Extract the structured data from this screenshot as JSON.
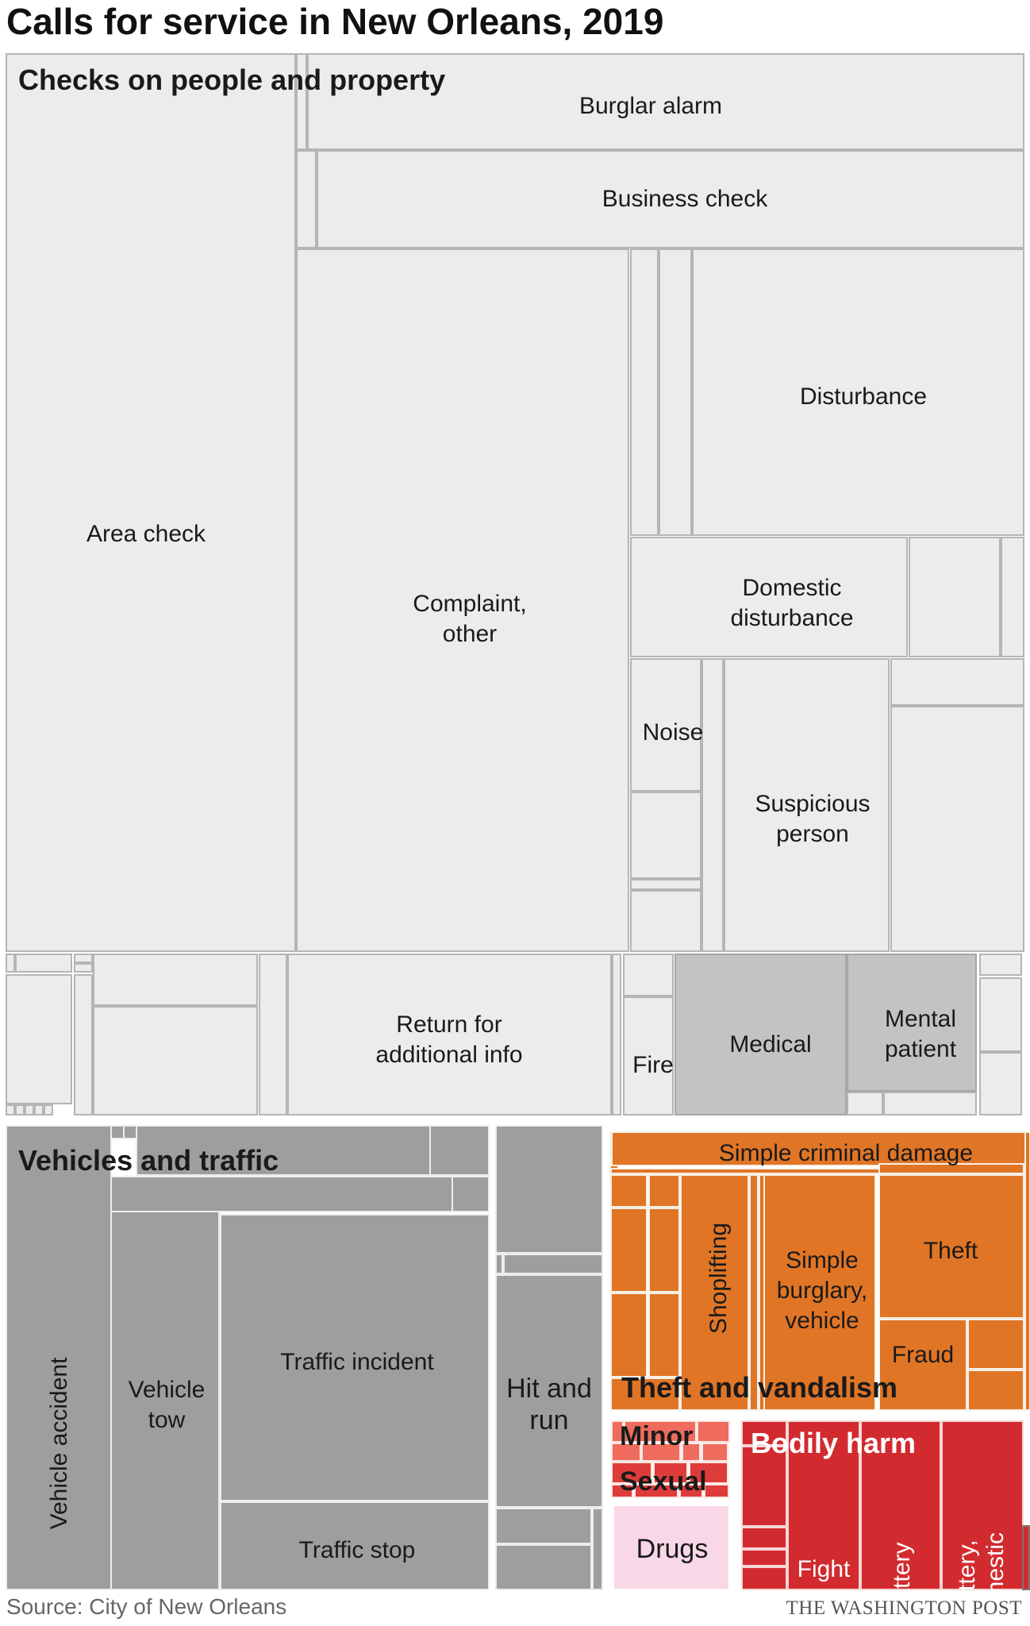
{
  "title": "Calls for service in New Orleans, 2019",
  "source": "Source: City of New Orleans",
  "credit": "THE WASHINGTON POST",
  "colors": {
    "checks": "#ececee",
    "checks_dark": "#c3c3c6",
    "vehicles": "#9d9e9e",
    "theft": "#e07526",
    "harm": "#d22b2f",
    "minor": "#ef6b5e",
    "sexual": "#de3c3a",
    "drugs": "#f8d7e6"
  },
  "chart_data": {
    "type": "treemap",
    "title": "Calls for service in New Orleans, 2019",
    "groups": [
      {
        "name": "Checks on people and property",
        "color": "checks",
        "items": [
          {
            "label": "Area check",
            "area_share": 0.14
          },
          {
            "label": "Burglar alarm",
            "area_share": 0.03
          },
          {
            "label": "Business check",
            "area_share": 0.03
          },
          {
            "label": "Complaint, other",
            "area_share": 0.1
          },
          {
            "label": "Disturbance",
            "area_share": 0.04
          },
          {
            "label": "Domestic disturbance",
            "area_share": 0.015
          },
          {
            "label": "Noise",
            "area_share": 0.004
          },
          {
            "label": "Suspicious person",
            "area_share": 0.018
          },
          {
            "label": "Return for additional info",
            "area_share": 0.02
          },
          {
            "label": "Fire",
            "area_share": 0.002
          },
          {
            "label": "Medical",
            "area_share": 0.012
          },
          {
            "label": "Mental patient",
            "area_share": 0.007
          }
        ]
      },
      {
        "name": "Vehicles and traffic",
        "color": "vehicles",
        "items": [
          {
            "label": "Vehicle accident",
            "area_share": 0.03
          },
          {
            "label": "Vehicle tow",
            "area_share": 0.02
          },
          {
            "label": "Traffic incident",
            "area_share": 0.045
          },
          {
            "label": "Traffic stop",
            "area_share": 0.015
          },
          {
            "label": "Hit and run",
            "area_share": 0.015
          }
        ]
      },
      {
        "name": "Theft and vandalism",
        "color": "theft",
        "items": [
          {
            "label": "Simple criminal damage",
            "area_share": 0.005
          },
          {
            "label": "Shoplifting",
            "area_share": 0.006
          },
          {
            "label": "Simple burglary, vehicle",
            "area_share": 0.01
          },
          {
            "label": "Theft",
            "area_share": 0.008
          },
          {
            "label": "Fraud",
            "area_share": 0.003
          }
        ]
      },
      {
        "name": "Minor",
        "color": "minor",
        "items": []
      },
      {
        "name": "Sexual",
        "color": "sexual",
        "items": []
      },
      {
        "name": "Drugs",
        "color": "drugs",
        "items": [
          {
            "label": "Drugs",
            "area_share": 0.003
          }
        ]
      },
      {
        "name": "Bodily harm",
        "color": "harm",
        "items": [
          {
            "label": "Fight",
            "area_share": 0.004
          },
          {
            "label": "Battery",
            "area_share": 0.003
          },
          {
            "label": "Battery, domestic",
            "area_share": 0.003
          }
        ]
      }
    ]
  }
}
